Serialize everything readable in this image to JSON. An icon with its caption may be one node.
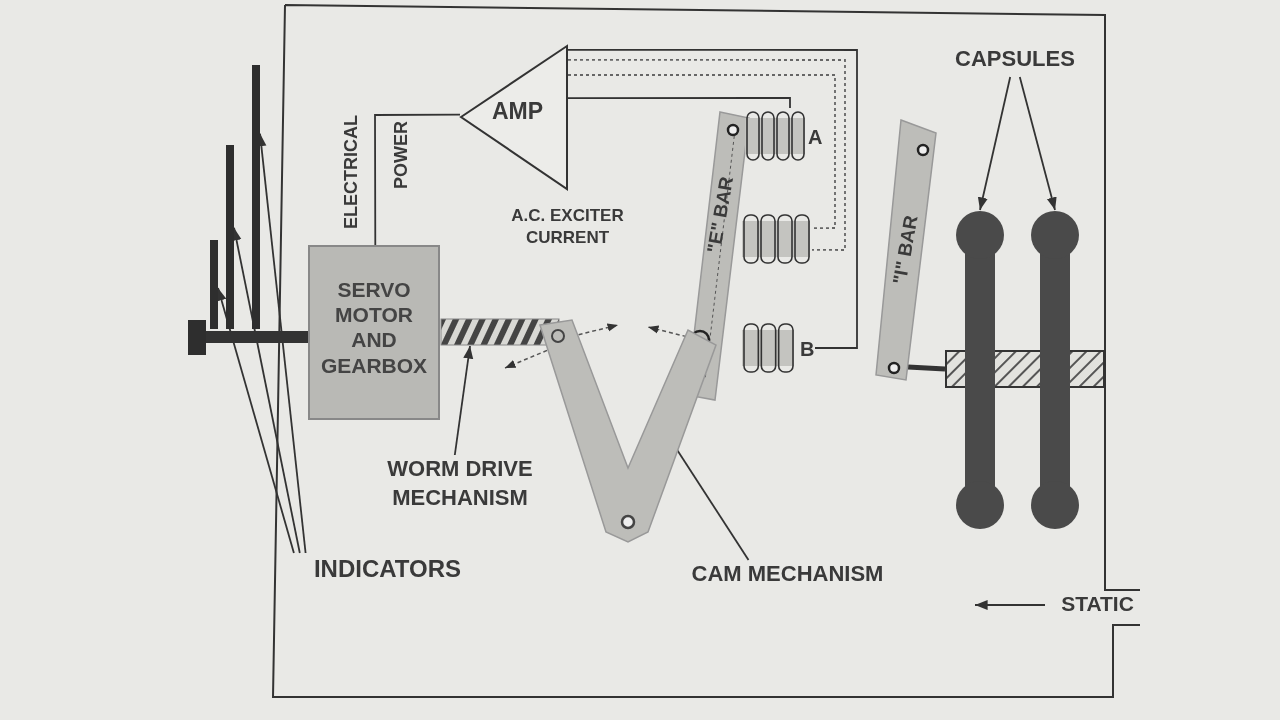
{
  "diagram": {
    "nodes": [
      {
        "text": [
          "AMP"
        ]
      },
      {
        "text": [
          "SERVO MOTOR AND GEARBOX"
        ]
      },
      {
        "text": [
          "\"E\" BAR"
        ]
      },
      {
        "text": [
          "A"
        ]
      },
      {
        "text": [],
        "shape": "coil"
      },
      {
        "text": [
          "B"
        ]
      },
      {
        "text": [
          "\"I\" BAR"
        ]
      },
      {
        "text": [],
        "shape": "capsule"
      },
      {
        "text": [],
        "shape": "capsule"
      },
      {
        "text": [
          "CAPSULES"
        ]
      },
      {
        "text": [],
        "shape": "screw"
      },
      {
        "text": [
          "WORM DRIVE MECHANISM"
        ]
      },
      {
        "text": [],
        "shape": "lever"
      },
      {
        "text": [
          "CAM MECHANISM"
        ]
      },
      {
        "text": [],
        "shape": "bar"
      },
      {
        "text": [],
        "shape": "bar"
      },
      {
        "text": [],
        "shape": "bar"
      },
      {
        "text": [
          "INDICATORS"
        ]
      },
      {
        "text": [
          "STATIC"
        ]
      },
      {
        "text": [],
        "shape": "hub"
      },
      {
        "text": [],
        "shape": "link"
      }
    ],
    "edges": [
      {
        "from": 0,
        "to": 1,
        "arrow": "none"
      },
      {
        "from": 0,
        "to": 3,
        "arrow": "none"
      },
      {
        "from": 0,
        "to": 5,
        "arrow": "none"
      },
      {
        "from": 0,
        "to": 4,
        "arrow": "none",
        "style": "dashed"
      },
      {
        "from": 0,
        "to": 4,
        "arrow": "none",
        "style": "dashed"
      },
      {
        "from": 9,
        "to": 7,
        "arrow": "to"
      },
      {
        "from": 9,
        "to": 8,
        "arrow": "to"
      },
      {
        "from": 11,
        "to": 10,
        "arrow": "to"
      },
      {
        "from": 13,
        "to": 12,
        "arrow": "none"
      },
      {
        "from": 17,
        "to": 14,
        "arrow": "to"
      },
      {
        "from": 17,
        "to": 15,
        "arrow": "to"
      },
      {
        "from": 17,
        "to": 16,
        "arrow": "to"
      },
      {
        "from": 18,
        "to": null,
        "arrow": "to"
      },
      {
        "from": 6,
        "to": 20,
        "arrow": "none",
        "style": "thick"
      },
      {
        "from": 1,
        "to": 19,
        "arrow": "none",
        "style": "thick"
      }
    ],
    "labels": [
      "ELECTRICAL",
      "POWER",
      "A.C. EXCITER CURRENT"
    ]
  }
}
